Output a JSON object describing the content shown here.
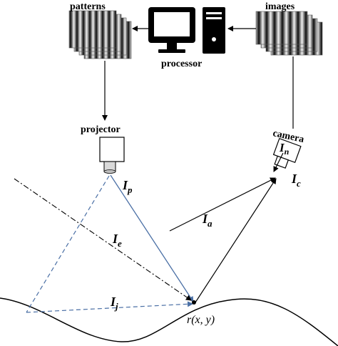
{
  "labels": {
    "patterns": "patterns",
    "images": "images",
    "processor": "processor",
    "projector": "projector",
    "camera": "camera",
    "surface_point": "r(x, y)"
  },
  "symbols": {
    "Ip": {
      "base": "I",
      "sub": "p"
    },
    "Ie": {
      "base": "I",
      "sub": "e"
    },
    "Ia": {
      "base": "I",
      "sub": "a"
    },
    "Ij": {
      "base": "I",
      "sub": "j"
    },
    "Ic": {
      "base": "I",
      "sub": "c"
    },
    "In": {
      "base": "I",
      "sub": "n"
    }
  },
  "colors": {
    "ray_projector": "#4a6fa5",
    "ray_dashed": "#4a6fa5",
    "ink": "#000000"
  },
  "icons": {
    "processor": "computer-monitor-and-tower-icon",
    "projector": "projector-icon",
    "camera": "camera-icon",
    "patterns": "fringe-pattern-stack-icon",
    "images": "captured-image-stack-icon"
  }
}
